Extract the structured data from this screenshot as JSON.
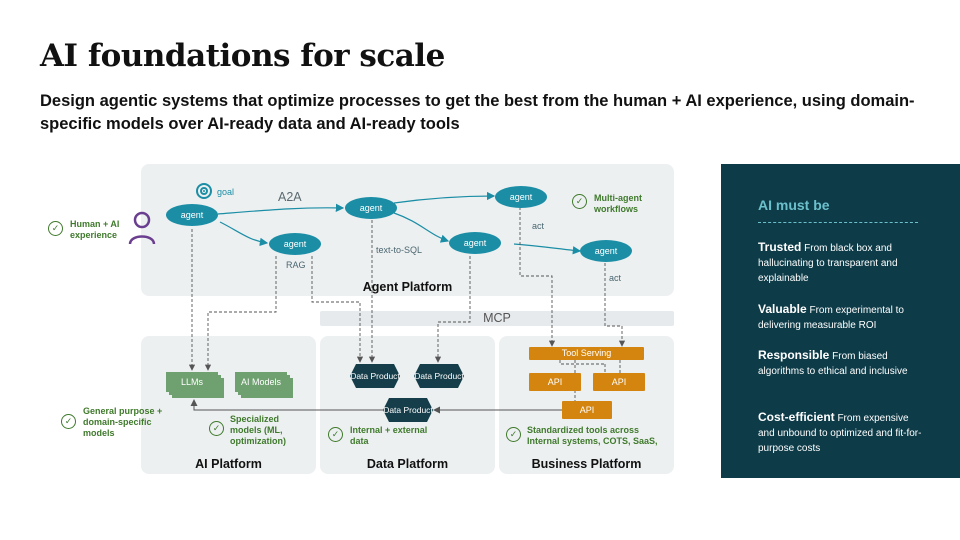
{
  "title": "AI foundations for scale",
  "subtitle": "Design agentic systems that optimize processes to get the best from the human + AI experience, using domain-specific models over AI-ready data and AI-ready tools",
  "diagram": {
    "top_platform": {
      "label": "Agent Platform",
      "a2a": "A2A",
      "goal": "goal",
      "agent_label": "agent",
      "edge_labels": {
        "rag": "RAG",
        "text_to_sql": "text-to-SQL",
        "act_1": "act",
        "act_2": "act"
      },
      "multi_agent": "Multi-agent workflows"
    },
    "human_ai": "Human + AI experience",
    "mcp": "MCP",
    "ai_platform": {
      "label": "AI Platform",
      "llms": "LLMs",
      "ai_models": "AI Models",
      "general_purpose": "General purpose + domain-specific models",
      "specialized": "Specialized models (ML, optimization)"
    },
    "data_platform": {
      "label": "Data Platform",
      "data_product": "Data Product",
      "internal_external": "Internal + external data"
    },
    "business_platform": {
      "label": "Business Platform",
      "tool_serving": "Tool Serving",
      "api": "API",
      "standardized": "Standardized tools across Internal systems, COTS, SaaS,"
    },
    "colors": {
      "agent": "#1b8ea6",
      "model": "#6fa06f",
      "data_product": "#153d4a",
      "api": "#d4850f",
      "check": "#3f7a2c",
      "panel": "#edf0f1"
    }
  },
  "sidebar": {
    "title": "AI must be",
    "items": [
      {
        "heading": "Trusted",
        "text": "From black box and hallucinating to transparent and explainable"
      },
      {
        "heading": "Valuable",
        "text": "From experimental to delivering measurable ROI"
      },
      {
        "heading": "Responsible",
        "text": "From biased algorithms to ethical and inclusive"
      },
      {
        "heading": "Cost-efficient",
        "text": "From expensive and unbound to optimized and fit-for-purpose costs"
      }
    ]
  }
}
